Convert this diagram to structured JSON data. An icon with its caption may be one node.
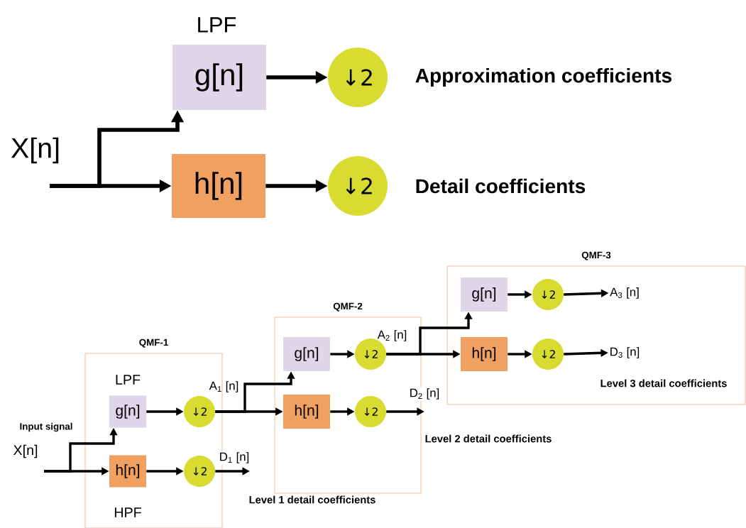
{
  "diagram": {
    "nodes": [
      {
        "text": [
          "g[n]"
        ],
        "beside": [
          "LPF"
        ]
      },
      {
        "text": [
          "h[n]"
        ]
      },
      {
        "text": [
          "↓2"
        ],
        "beside": [
          "Approximation coefficients"
        ]
      },
      {
        "text": [
          "↓2"
        ],
        "beside": [
          "Detail coefficients"
        ]
      },
      {
        "text": [
          "QMF-1"
        ]
      },
      {
        "text": [
          "g[n]"
        ],
        "beside": [
          "LPF"
        ],
        "in": 4
      },
      {
        "text": [
          "h[n]"
        ],
        "beside": [
          "HPF"
        ],
        "in": 4
      },
      {
        "text": [
          "↓2"
        ],
        "beside": [
          "A$_{1}$ [n]"
        ],
        "in": 4
      },
      {
        "text": [
          "↓2"
        ],
        "in": 4
      },
      {
        "text": [
          "QMF-2"
        ]
      },
      {
        "text": [
          "g[n]"
        ],
        "in": 9
      },
      {
        "text": [
          "h[n]"
        ],
        "in": 9
      },
      {
        "text": [
          "↓2"
        ],
        "beside": [
          "A$_{2}$ [n]"
        ],
        "in": 9
      },
      {
        "text": [
          "↓2"
        ],
        "in": 9
      },
      {
        "text": [
          "QMF-3"
        ]
      },
      {
        "text": [
          "g[n]"
        ],
        "in": 14
      },
      {
        "text": [
          "h[n]"
        ],
        "in": 14
      },
      {
        "text": [
          "↓2"
        ],
        "in": 14
      },
      {
        "text": [
          "↓2"
        ],
        "in": 14
      },
      {
        "text": [
          "A$_{3}$ [n]"
        ],
        "in": 14
      },
      {
        "text": [
          "D$_{3}$ [n]"
        ],
        "in": 14
      }
    ],
    "edges": [
      {
        "from": null,
        "to": 0,
        "arrow": "to"
      },
      {
        "from": null,
        "to": 1,
        "arrow": "to"
      },
      {
        "from": 0,
        "to": 2,
        "arrow": "to"
      },
      {
        "from": 1,
        "to": 3,
        "arrow": "to"
      },
      {
        "from": null,
        "to": 5,
        "arrow": "to"
      },
      {
        "from": null,
        "to": 6,
        "arrow": "to"
      },
      {
        "from": 5,
        "to": 7,
        "arrow": "to"
      },
      {
        "from": 6,
        "to": 8,
        "arrow": "to"
      },
      {
        "from": 8,
        "to": null,
        "arrow": "to",
        "label": "D$_{1}$ [n]"
      },
      {
        "from": 7,
        "to": 10,
        "arrow": "to"
      },
      {
        "from": 7,
        "to": 11,
        "arrow": "to"
      },
      {
        "from": 10,
        "to": 12,
        "arrow": "to"
      },
      {
        "from": 11,
        "to": 13,
        "arrow": "to"
      },
      {
        "from": 13,
        "to": null,
        "arrow": "to",
        "label": "D$_{2}$ [n]"
      },
      {
        "from": 12,
        "to": 15,
        "arrow": "to"
      },
      {
        "from": 12,
        "to": 16,
        "arrow": "to"
      },
      {
        "from": 15,
        "to": 17,
        "arrow": "to"
      },
      {
        "from": 16,
        "to": 18,
        "arrow": "to"
      },
      {
        "from": 17,
        "to": 19,
        "arrow": "to"
      },
      {
        "from": 18,
        "to": 20,
        "arrow": "to"
      }
    ],
    "labels": [
      "X[n]",
      "Input signal",
      "X[n]",
      "Level 1 detail coefficients",
      "Level 2 detail coefficients",
      "Level 3 detail coefficients"
    ]
  }
}
